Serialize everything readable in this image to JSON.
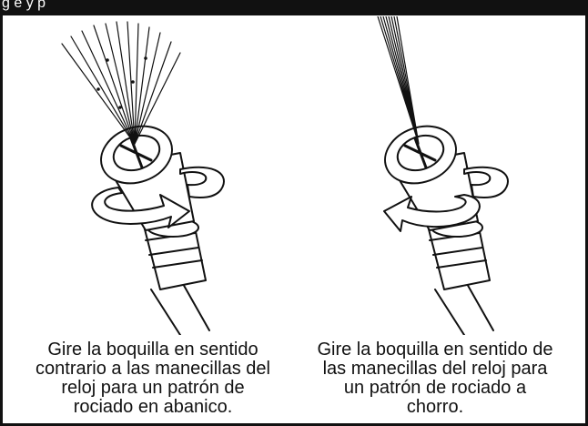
{
  "header": {
    "text": "g   e    y                                 p"
  },
  "panels": [
    {
      "caption": "Gire la boquilla en sentido contrario a las manecillas del reloj para un patrón de rociado en abanico.",
      "lines": [
        "Gire la boquilla en sentido",
        "contrario a las manecillas del",
        "reloj para un patrón de",
        "rociado en abanico."
      ]
    },
    {
      "caption": "Gire la boquilla en sentido de las manecillas del reloj para un patrón de rociado a chorro.",
      "lines": [
        "Gire la boquilla en sentido de",
        "las manecillas del reloj para",
        "un patrón de rociado a",
        "chorro."
      ]
    }
  ]
}
